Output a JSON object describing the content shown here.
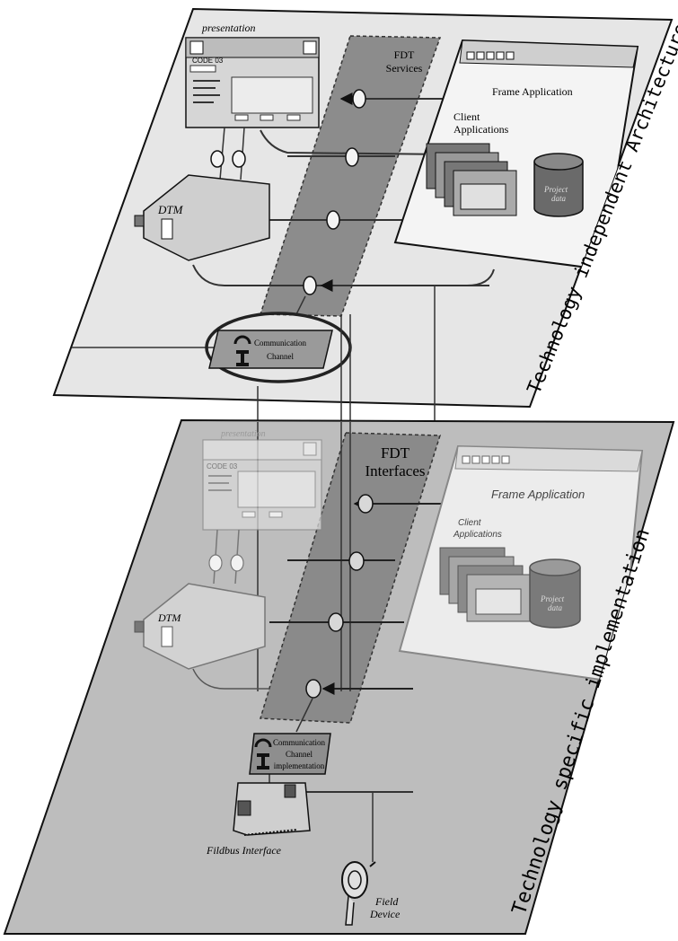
{
  "top_plane": {
    "side_label": "Technology independent Architecture",
    "presentation_label": "presentation",
    "presentation_code": "CODE 03",
    "services_label_line1": "FDT",
    "services_label_line2": "Services",
    "frame_application_label": "Frame Application",
    "client_applications_line1": "Client",
    "client_applications_line2": "Applications",
    "project_data_line1": "Project",
    "project_data_line2": "data",
    "dtm_label": "DTM",
    "comm_channel_line1": "Communication",
    "comm_channel_line2": "Channel"
  },
  "bottom_plane": {
    "side_label": "Technology specific implementation",
    "presentation_label": "presentation",
    "presentation_code": "CODE 03",
    "interfaces_label_line1": "FDT",
    "interfaces_label_line2": "Interfaces",
    "frame_application_label": "Frame Application",
    "client_applications_line1": "Client",
    "client_applications_line2": "Applications",
    "project_data_line1": "Project",
    "project_data_line2": "data",
    "dtm_label": "DTM",
    "comm_channel_line1": "Communication",
    "comm_channel_line2": "Channel",
    "comm_channel_line3": "implementation",
    "fieldbus_label": "Fildbus Interface",
    "field_device_line1": "Field",
    "field_device_line2": "Device"
  },
  "colors": {
    "top_plane_fill": "#e6e6e6",
    "bottom_plane_fill": "#bdbdbd",
    "band_fill": "#8c8c8c",
    "outline": "#111111"
  }
}
